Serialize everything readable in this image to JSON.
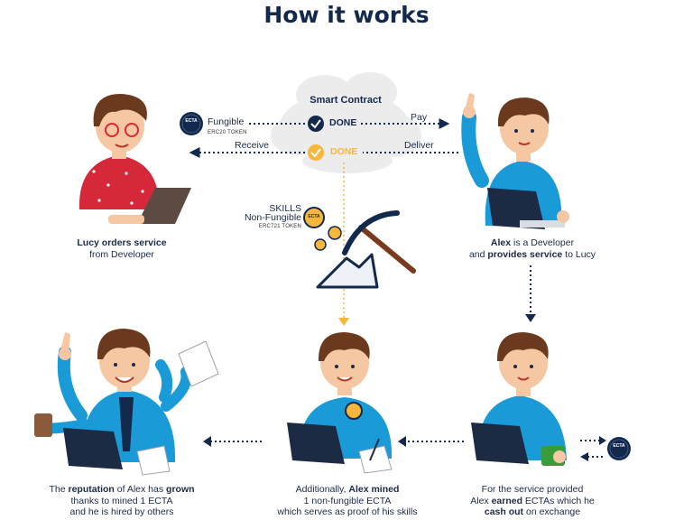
{
  "title": "How it works",
  "contract": {
    "title": "Smart Contract",
    "done1": "DONE",
    "done2": "DONE"
  },
  "flow": {
    "fungible": "Fungible",
    "fungible_sub": "ERC20 TOKEN",
    "pay": "Pay",
    "receive": "Receive",
    "deliver": "Deliver",
    "skills": "SKILLS",
    "nonfungible": "Non-Fungible",
    "nonfungible_sub": "ERC721 TOKEN",
    "coin_label": "ECTA"
  },
  "captions": {
    "lucy_bold": "Lucy orders service",
    "lucy_rest": "from Developer",
    "alex_name": "Alex",
    "alex_mid": " is a Developer",
    "alex_l2_pre": "and ",
    "alex_l2_bold": "provides service",
    "alex_l2_post": " to Lucy",
    "cash_l1": "For the service provided",
    "cash_l2_pre": "Alex ",
    "cash_l2_bold": "earned",
    "cash_l2_post": " ECTAs which he",
    "cash_l3_bold": "cash out",
    "cash_l3_post": " on exchange",
    "mined_l1_pre": "Additionally, ",
    "mined_l1_bold": "Alex mined",
    "mined_l2": "1 non-fungible ECTA",
    "mined_l3": "which serves as proof of his skills",
    "rep_l1_pre": "The ",
    "rep_l1_b1": "reputation",
    "rep_l1_mid": " of Alex has ",
    "rep_l1_b2": "grown",
    "rep_l2": "thanks to mined 1 ECTA",
    "rep_l3": "and he is hired by others"
  },
  "colors": {
    "navy": "#13294b",
    "blue_shirt": "#1a9ad6",
    "red_shirt": "#d62839",
    "gold": "#f6b73c",
    "hair": "#6b3a1e",
    "skin": "#f6c7a3"
  }
}
